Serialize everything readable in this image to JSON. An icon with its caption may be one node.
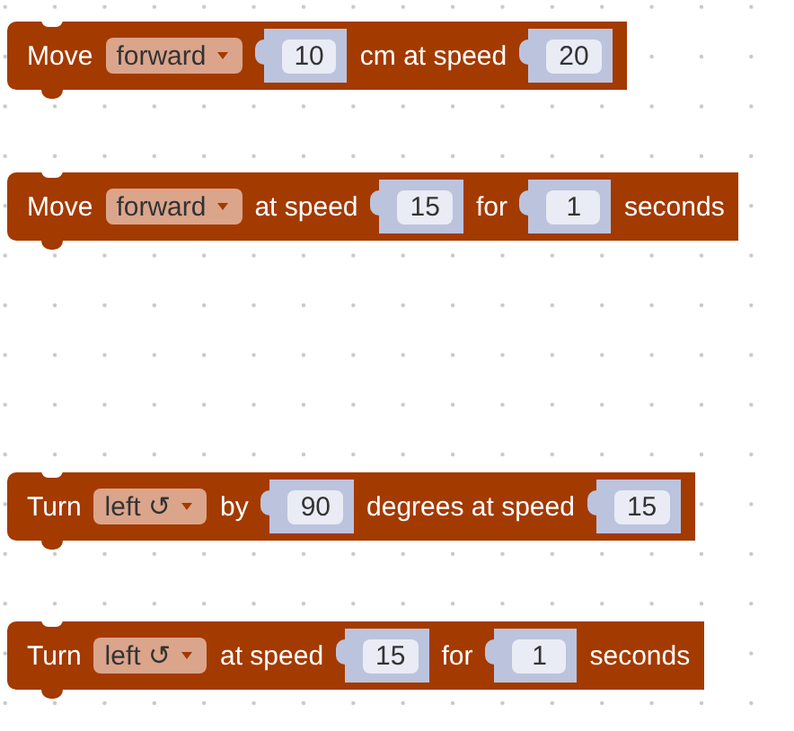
{
  "diagram": {
    "nodes": [
      {
        "text": [
          "Move",
          "cm at speed"
        ]
      },
      {
        "text": [
          "forward"
        ],
        "in": 0
      },
      {
        "text": [
          "10"
        ],
        "in": 0
      },
      {
        "text": [
          "20"
        ],
        "in": 0
      },
      {
        "text": [
          "Move",
          "at speed",
          "for",
          "seconds"
        ]
      },
      {
        "text": [
          "forward"
        ],
        "in": 4
      },
      {
        "text": [
          "15"
        ],
        "in": 4
      },
      {
        "text": [
          "1"
        ],
        "in": 4
      },
      {
        "text": [
          "Turn",
          "by",
          "degrees at speed"
        ]
      },
      {
        "text": [
          "left ↺"
        ],
        "in": 8
      },
      {
        "text": [
          "90"
        ],
        "in": 8
      },
      {
        "text": [
          "15"
        ],
        "in": 8
      },
      {
        "text": [
          "Turn",
          "at speed",
          "for",
          "seconds"
        ]
      },
      {
        "text": [
          "left ↺"
        ],
        "in": 12
      },
      {
        "text": [
          "15"
        ],
        "in": 12
      },
      {
        "text": [
          "1"
        ],
        "in": 12
      }
    ]
  }
}
